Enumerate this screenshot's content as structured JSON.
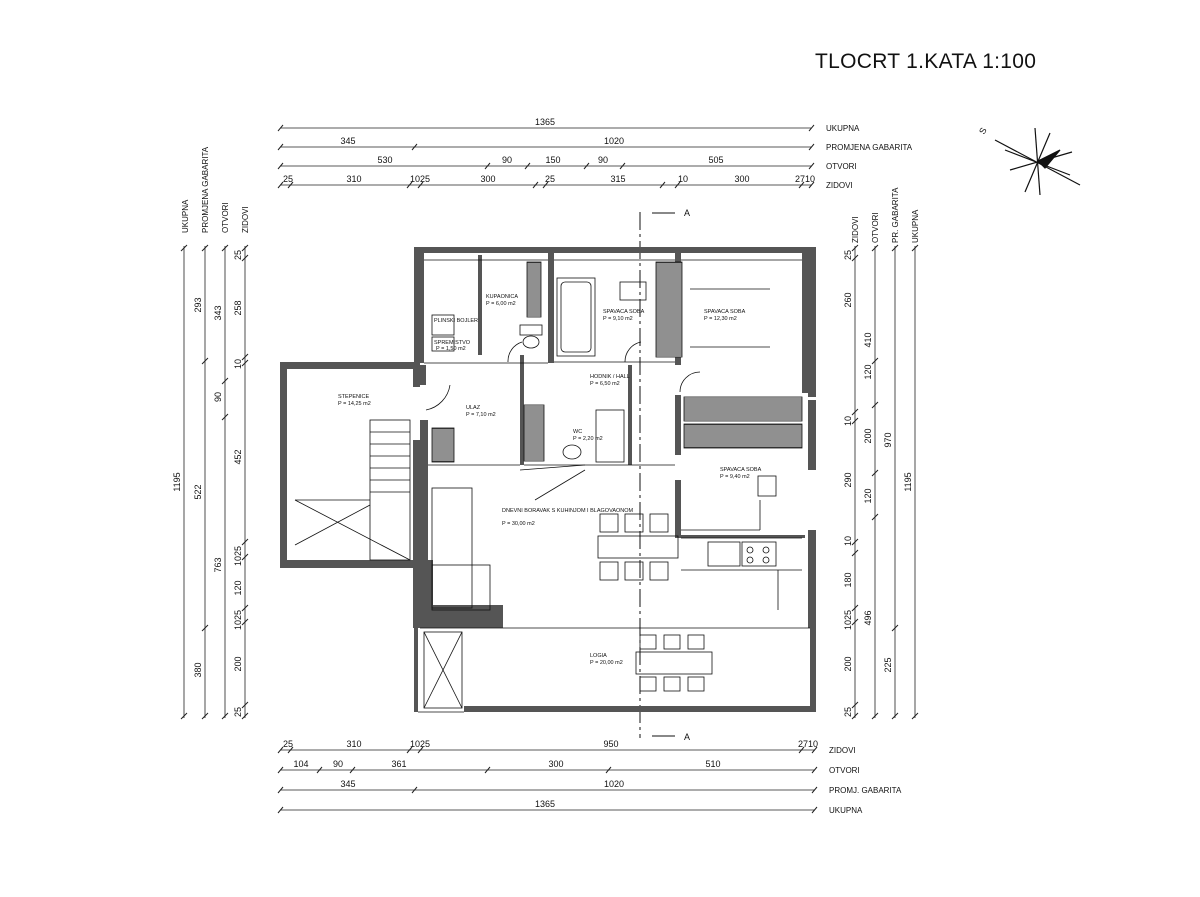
{
  "title": "TLOCRT 1.KATA 1:100",
  "top_dims": {
    "row_ukupna": {
      "label": "UKUPNA",
      "values": [
        "1365"
      ]
    },
    "row_promjena": {
      "label": "PROMJENA GABARITA",
      "values": [
        "345",
        "1020"
      ]
    },
    "row_otvori": {
      "label": "OTVORI",
      "values": [
        "530",
        "90",
        "150",
        "90",
        "505"
      ]
    },
    "row_zidovi": {
      "label": "ZIDOVI",
      "values": [
        "25",
        "310",
        "1025",
        "300",
        "25",
        "315",
        "10",
        "300",
        "2710"
      ]
    }
  },
  "bottom_dims": {
    "row_zidovi": {
      "label": "ZIDOVI",
      "values": [
        "25",
        "310",
        "1025",
        "950",
        "2710"
      ]
    },
    "row_otvori": {
      "label": "OTVORI",
      "values": [
        "104",
        "90",
        "361",
        "300",
        "510"
      ]
    },
    "row_promj": {
      "label": "PROMJ. GABARITA",
      "values": [
        "345",
        "1020"
      ]
    },
    "row_ukupna": {
      "label": "UKUPNA",
      "values": [
        "1365"
      ]
    }
  },
  "left_dims": {
    "headers": [
      "UKUPNA",
      "PROMJENA GABARITA",
      "OTVORI",
      "ZIDOVI"
    ],
    "ukupna": [
      "1195"
    ],
    "promjena": [
      "293",
      "522",
      "380"
    ],
    "otvori": [
      "343",
      "90",
      "763"
    ],
    "zidovi": [
      "25",
      "258",
      "10",
      "452",
      "1025",
      "120",
      "1025",
      "200",
      "25"
    ]
  },
  "right_dims": {
    "headers": [
      "ZIDOVI",
      "OTVORI",
      "PR. GABARITA",
      "UKUPNA"
    ],
    "zidovi": [
      "25",
      "260",
      "10",
      "290",
      "10",
      "180",
      "1025",
      "200",
      "25"
    ],
    "otvori": [
      "410",
      "120",
      "200",
      "120",
      "496"
    ],
    "gabarita": [
      "970",
      "225"
    ],
    "ukupna": [
      "1195"
    ]
  },
  "compass": {
    "label": "S"
  },
  "section": {
    "label": "A"
  },
  "rooms": [
    {
      "name": "KUPAONICA",
      "area": "P = 6,00 m2"
    },
    {
      "name": "SPAVACA SOBA",
      "area": "P = 9,10 m2"
    },
    {
      "name": "SPAVACA SOBA",
      "area": "P = 12,30 m2"
    },
    {
      "name": "PLINSKI BOJLER",
      "area": ""
    },
    {
      "name": "SPREMISTVO",
      "area": "P = 1,50 m2"
    },
    {
      "name": "HODNIK / HALL",
      "area": "P = 6,50 m2"
    },
    {
      "name": "STEPENICE",
      "area": "P = 14,25 m2"
    },
    {
      "name": "ULAZ",
      "area": "P = 7,10 m2"
    },
    {
      "name": "WC",
      "area": "P = 2,20 m2"
    },
    {
      "name": "SPAVACA SOBA",
      "area": "P = 9,40 m2"
    },
    {
      "name": "DNEVNI BORAVAK S KUHINJOM I BLAGOVAONOM",
      "area": "P = 30,00 m2"
    },
    {
      "name": "LOGIA",
      "area": "P = 20,00 m2"
    }
  ]
}
